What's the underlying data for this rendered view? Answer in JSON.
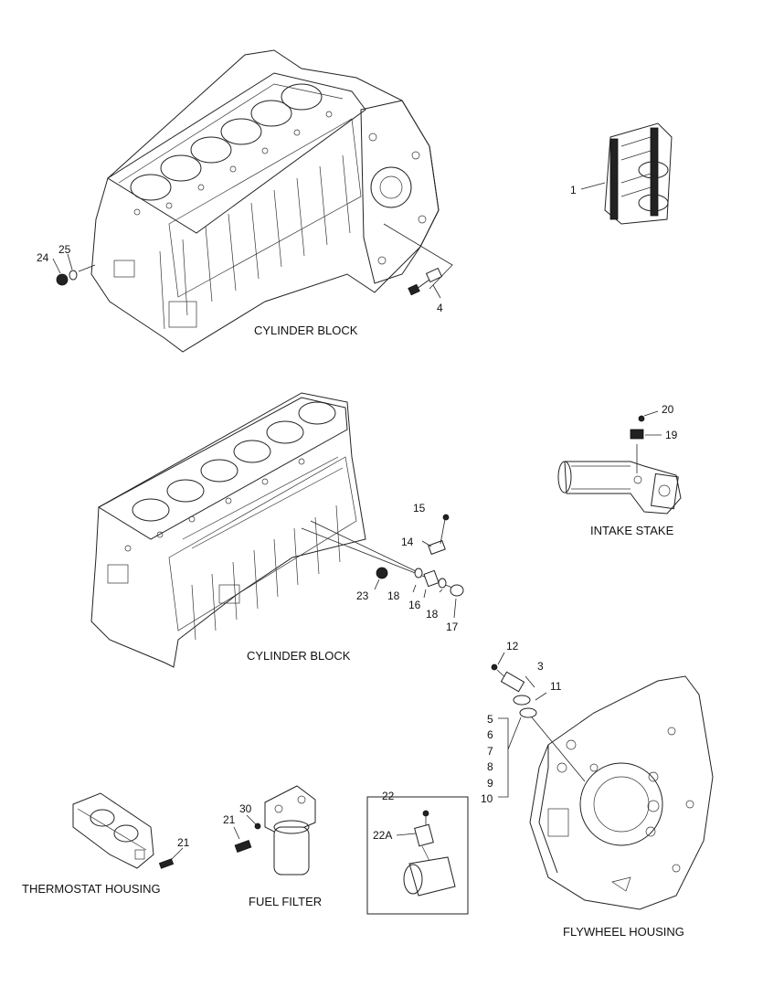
{
  "captions": {
    "cylinder_block_top": "CYLINDER BLOCK",
    "cylinder_block_mid": "CYLINDER BLOCK",
    "intake_stake": "INTAKE STAKE",
    "thermostat_housing": "THERMOSTAT HOUSING",
    "fuel_filter": "FUEL FILTER",
    "flywheel_housing": "FLYWHEEL HOUSING"
  },
  "callouts": {
    "c1": "1",
    "c24": "24",
    "c25": "25",
    "c4": "4",
    "c20": "20",
    "c19": "19",
    "c15": "15",
    "c14": "14",
    "c23": "23",
    "c18a": "18",
    "c16": "16",
    "c18b": "18",
    "c17": "17",
    "c12": "12",
    "c3": "3",
    "c11": "11",
    "c5": "5",
    "c6": "6",
    "c7": "7",
    "c8": "8",
    "c9": "9",
    "c10": "10",
    "c30": "30",
    "c21a": "21",
    "c21b": "21",
    "c22": "22",
    "c22A": "22A"
  }
}
